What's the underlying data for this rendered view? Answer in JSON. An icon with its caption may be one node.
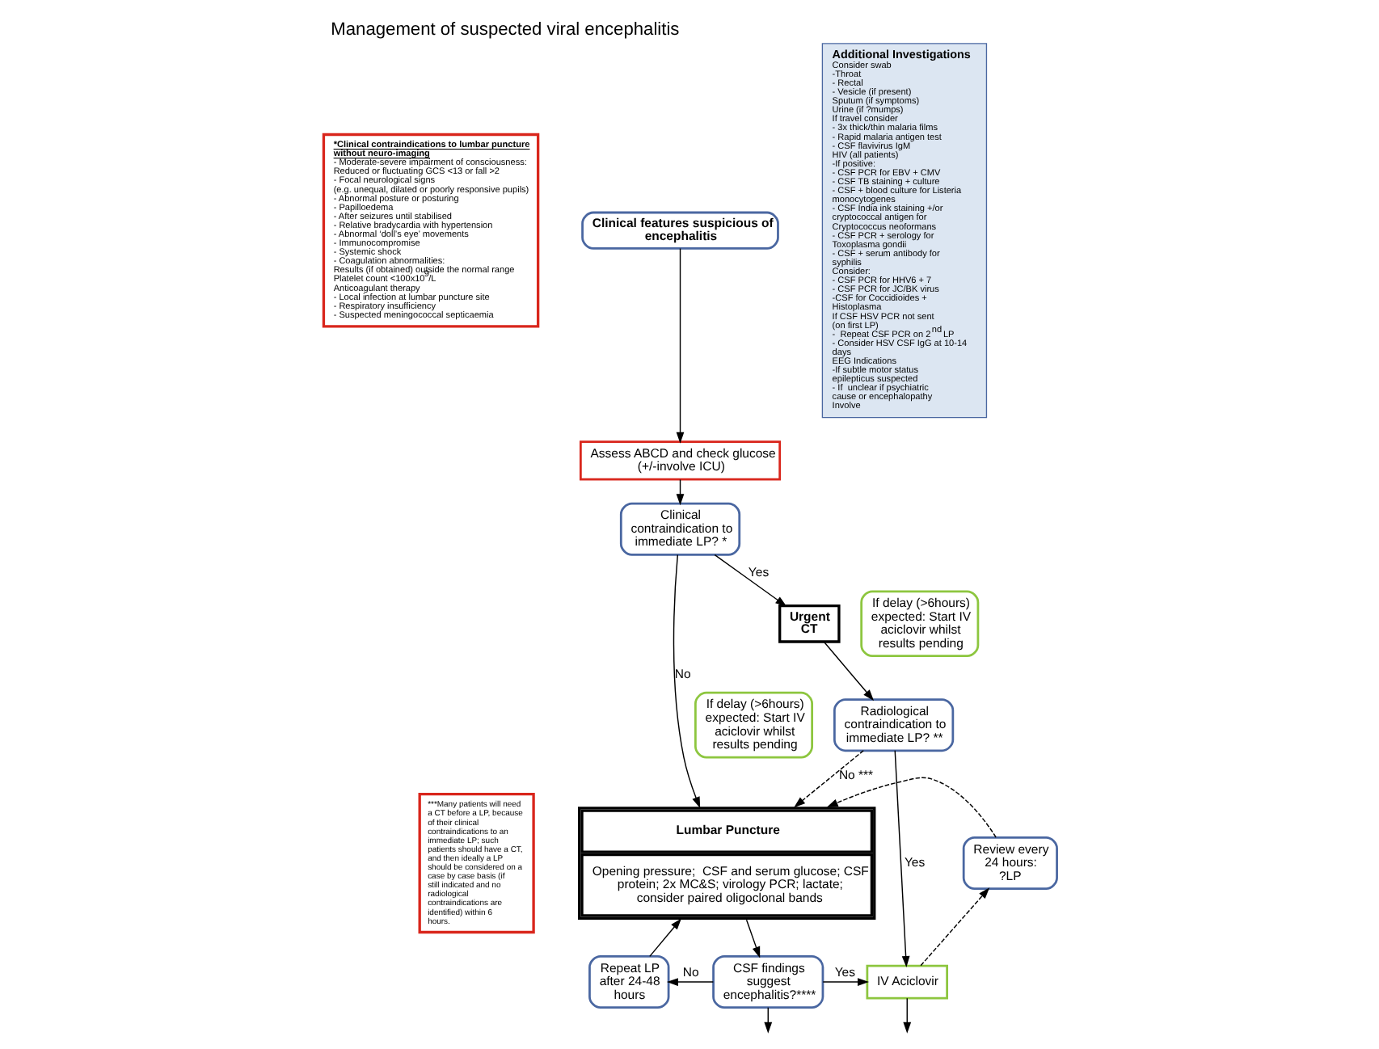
{
  "diagram": {
    "title": "Management of suspected viral encephalitis",
    "nodes": [
      {
        "text": [
          "Clinical features suspicious of encephalitis"
        ]
      },
      {
        "text": [
          "Assess ABCD and check glucose (+/-involve ICU)"
        ]
      },
      {
        "text": [
          "Clinical contraindication to immediate LP? *"
        ]
      },
      {
        "text": [
          "Urgent CT"
        ]
      },
      {
        "text": [
          "If delay (>6hours) expected: Start IV aciclovir whilst results pending"
        ]
      },
      {
        "text": [
          "If delay (>6hours) expected: Start IV aciclovir whilst results pending"
        ]
      },
      {
        "text": [
          "Radiological contraindication to immediate LP? **"
        ]
      },
      {
        "text": [
          "Lumbar Puncture",
          "Opening pressure;  CSF and serum glucose; CSF protein; 2x MC&S; virology PCR; lactate; consider paired oligoclonal bands"
        ]
      },
      {
        "text": [
          "Review every 24 hours: ?LP"
        ]
      },
      {
        "text": [
          "Repeat LP after 24-48 hours"
        ]
      },
      {
        "text": [
          "CSF findings suggest encephalitis?****"
        ]
      },
      {
        "text": [
          "IV Aciclovir"
        ]
      },
      {
        "text": [
          "*Clinical contraindications to lumbar puncture without neuro-imaging",
          "- Moderate-severe impairment of consciousness:",
          "Reduced or fluctuating GCS <13 or fall >2",
          "- Focal neurological signs",
          "(e.g. unequal, dilated or poorly responsive pupils)",
          "- Abnormal posture or posturing",
          "- Papilloedema",
          "- After seizures until stabilised",
          "- Relative bradycardia with hypertension",
          "- Abnormal ‘doll’s eye’ movements",
          "- Immunocompromise",
          "- Systemic shock",
          "- Coagulation abnormalities:",
          "Results (if obtained) outside the normal range",
          "Platelet count <100x10$^{9}$/L",
          "Anticoagulant therapy",
          "- Local infection at lumbar puncture site",
          "- Respiratory insufficiency",
          "- Suspected meningococcal septicaemia"
        ]
      },
      {
        "text": [
          "***Many patients will need a CT before a LP, because of their clinical contraindications to an immediate LP; such patients should have a CT, and then ideally a LP should be considered on a case by case basis (if still indicated and no radiological contraindications are identified) within 6 hours."
        ]
      },
      {
        "text": [
          "Additional Investigations",
          "Consider swab",
          "-Throat",
          "- Rectal",
          "- Vesicle (if present)",
          "Sputum (if symptoms)",
          "Urine (if ?mumps)",
          "If travel consider",
          "- 3x thick/thin malaria films",
          "- Rapid malaria antigen test",
          "- CSF flavivirus IgM",
          "HIV (all patients)",
          "-If positive:",
          "- CSF PCR for EBV + CMV",
          "- CSF TB staining + culture",
          "- CSF + blood culture for Listeria monocytogenes",
          "- CSF India ink staining +/or cryptococcal antigen for Cryptococcus neoformans",
          "- CSF PCR + serology for Toxoplasma gondii",
          "- CSF + serum antibody for syphilis",
          "Consider:",
          "- CSF PCR for HHV6 + 7",
          "- CSF PCR for JC/BK virus",
          "-CSF for Coccidioides + Histoplasma",
          "If CSF HSV PCR not sent",
          "(on first LP)",
          "-  Repeat CSF PCR on 2$^{nd}$ LP",
          "- Consider HSV CSF IgG at 10-14 days",
          "EEG Indications",
          "-If subtle motor status epilepticus suspected",
          "- If  unclear if psychiatric  cause or encephalopathy",
          "Involve"
        ]
      }
    ],
    "edges": [
      {
        "from": 0,
        "to": 1,
        "arrow": "to"
      },
      {
        "from": 1,
        "to": 2,
        "arrow": "to"
      },
      {
        "from": 2,
        "to": 7,
        "label": "No",
        "arrow": "to"
      },
      {
        "from": 2,
        "to": 3,
        "label": "Yes",
        "arrow": "to"
      },
      {
        "from": 3,
        "to": 6,
        "arrow": "to"
      },
      {
        "from": 6,
        "to": 7,
        "label": "No ***",
        "arrow": "to",
        "style": "dashed"
      },
      {
        "from": 6,
        "to": 11,
        "label": "Yes",
        "arrow": "to"
      },
      {
        "from": 7,
        "to": 10,
        "arrow": "to"
      },
      {
        "from": 10,
        "to": 9,
        "label": "No",
        "arrow": "to"
      },
      {
        "from": 10,
        "to": null,
        "arrow": "to"
      },
      {
        "from": 10,
        "to": 11,
        "label": "Yes",
        "arrow": "to"
      },
      {
        "from": 9,
        "to": 7,
        "arrow": "to"
      },
      {
        "from": 11,
        "to": 8,
        "arrow": "to",
        "style": "dashed"
      },
      {
        "from": 8,
        "to": 7,
        "arrow": "to",
        "style": "dashed"
      },
      {
        "from": 11,
        "to": null,
        "arrow": "to"
      }
    ]
  }
}
